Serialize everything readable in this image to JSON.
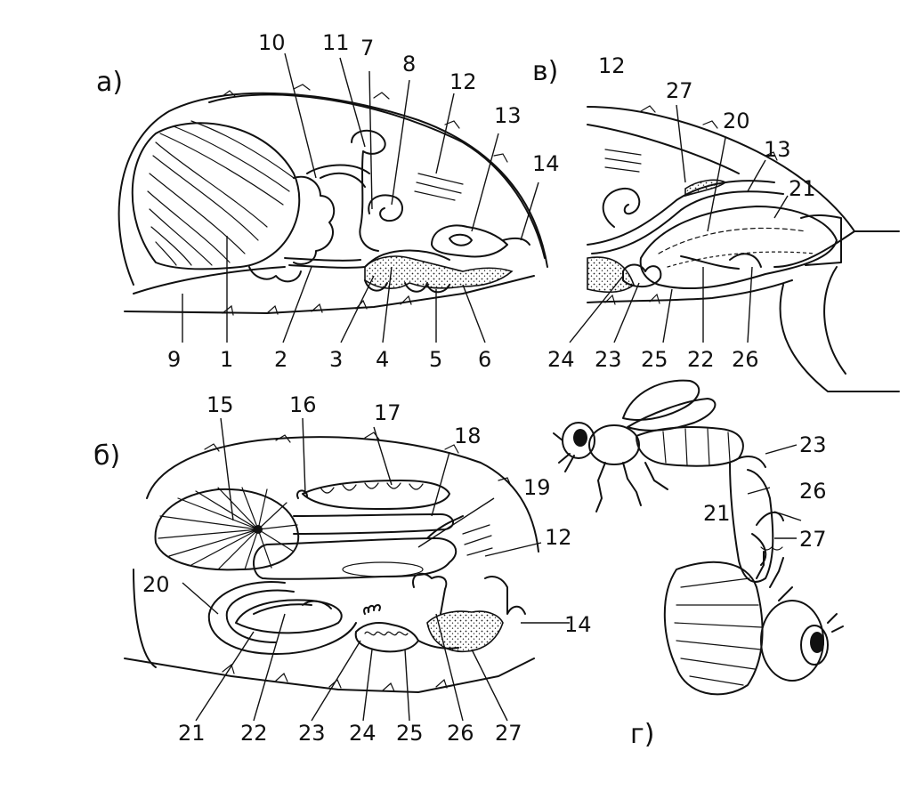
{
  "panels": {
    "a": {
      "letter": "а)",
      "labels": [
        {
          "id": "a-9",
          "text": "9"
        },
        {
          "id": "a-1",
          "text": "1"
        },
        {
          "id": "a-2",
          "text": "2"
        },
        {
          "id": "a-3",
          "text": "3"
        },
        {
          "id": "a-4",
          "text": "4"
        },
        {
          "id": "a-5",
          "text": "5"
        },
        {
          "id": "a-6",
          "text": "6"
        },
        {
          "id": "a-10",
          "text": "10"
        },
        {
          "id": "a-11",
          "text": "11"
        },
        {
          "id": "a-7",
          "text": "7"
        },
        {
          "id": "a-8",
          "text": "8"
        },
        {
          "id": "a-12",
          "text": "12"
        },
        {
          "id": "a-13",
          "text": "13"
        },
        {
          "id": "a-14",
          "text": "14"
        }
      ]
    },
    "v": {
      "letter": "в)",
      "labels": [
        {
          "id": "v-12",
          "text": "12"
        },
        {
          "id": "v-27",
          "text": "27"
        },
        {
          "id": "v-20",
          "text": "20"
        },
        {
          "id": "v-13",
          "text": "13"
        },
        {
          "id": "v-21",
          "text": "21"
        },
        {
          "id": "v-24",
          "text": "24"
        },
        {
          "id": "v-23",
          "text": "23"
        },
        {
          "id": "v-25",
          "text": "25"
        },
        {
          "id": "v-22",
          "text": "22"
        },
        {
          "id": "v-26",
          "text": "26"
        }
      ]
    },
    "b": {
      "letter": "б)",
      "labels": [
        {
          "id": "b-15",
          "text": "15"
        },
        {
          "id": "b-16",
          "text": "16"
        },
        {
          "id": "b-17",
          "text": "17"
        },
        {
          "id": "b-18",
          "text": "18"
        },
        {
          "id": "b-19",
          "text": "19"
        },
        {
          "id": "b-12",
          "text": "12"
        },
        {
          "id": "b-20",
          "text": "20"
        },
        {
          "id": "b-14",
          "text": "14"
        },
        {
          "id": "b-21",
          "text": "21"
        },
        {
          "id": "b-22",
          "text": "22"
        },
        {
          "id": "b-23",
          "text": "23"
        },
        {
          "id": "b-24",
          "text": "24"
        },
        {
          "id": "b-25",
          "text": "25"
        },
        {
          "id": "b-26",
          "text": "26"
        },
        {
          "id": "b-27",
          "text": "27"
        }
      ]
    },
    "g": {
      "letter": "г)",
      "labels": [
        {
          "id": "g-23",
          "text": "23"
        },
        {
          "id": "g-26",
          "text": "26"
        },
        {
          "id": "g-21",
          "text": "21"
        },
        {
          "id": "g-27",
          "text": "27"
        }
      ]
    }
  }
}
